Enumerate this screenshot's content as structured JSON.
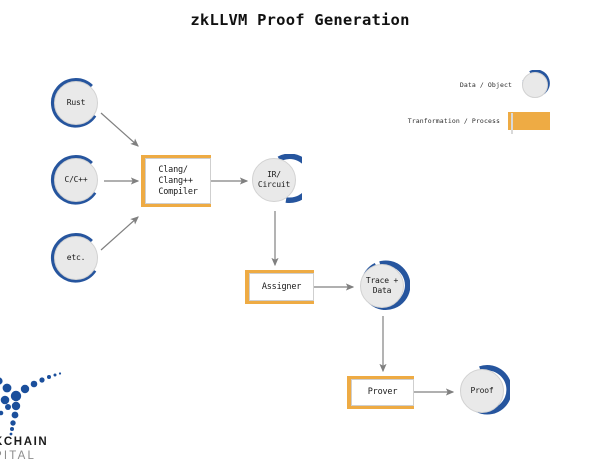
{
  "title": "zkLLVM Proof Generation",
  "colors": {
    "ring_blue": "#26559e",
    "node_fill": "#e9e9e9",
    "process_orange": "#eeab44",
    "process_fill": "#ffffff",
    "arrow_gray": "#808080",
    "background": "#ffffff",
    "logo_blue": "#1b4f9c",
    "text_dark": "#1a1a1a"
  },
  "legend": {
    "data_label": "Data / Object",
    "process_label": "Tranformation / Process"
  },
  "nodes": {
    "rust": {
      "label": "Rust",
      "type": "data"
    },
    "cpp": {
      "label": "C/C++",
      "type": "data"
    },
    "etc": {
      "label": "etc.",
      "type": "data"
    },
    "compiler": {
      "label": "Clang/\nClang++\nCompiler",
      "type": "process"
    },
    "ir_circuit": {
      "label": "IR/\nCircuit",
      "type": "data"
    },
    "assigner": {
      "label": "Assigner",
      "type": "process"
    },
    "trace_data": {
      "label": "Trace +\nData",
      "type": "data"
    },
    "prover": {
      "label": "Prover",
      "type": "process"
    },
    "proof": {
      "label": "Proof",
      "type": "data"
    }
  },
  "edges": [
    {
      "from": "rust",
      "to": "compiler"
    },
    {
      "from": "cpp",
      "to": "compiler"
    },
    {
      "from": "etc",
      "to": "compiler"
    },
    {
      "from": "compiler",
      "to": "ir_circuit"
    },
    {
      "from": "ir_circuit",
      "to": "assigner"
    },
    {
      "from": "assigner",
      "to": "trace_data"
    },
    {
      "from": "trace_data",
      "to": "prover"
    },
    {
      "from": "prover",
      "to": "proof"
    }
  ],
  "logo": {
    "line1": "KCHAIN",
    "line2": "PITAL"
  }
}
